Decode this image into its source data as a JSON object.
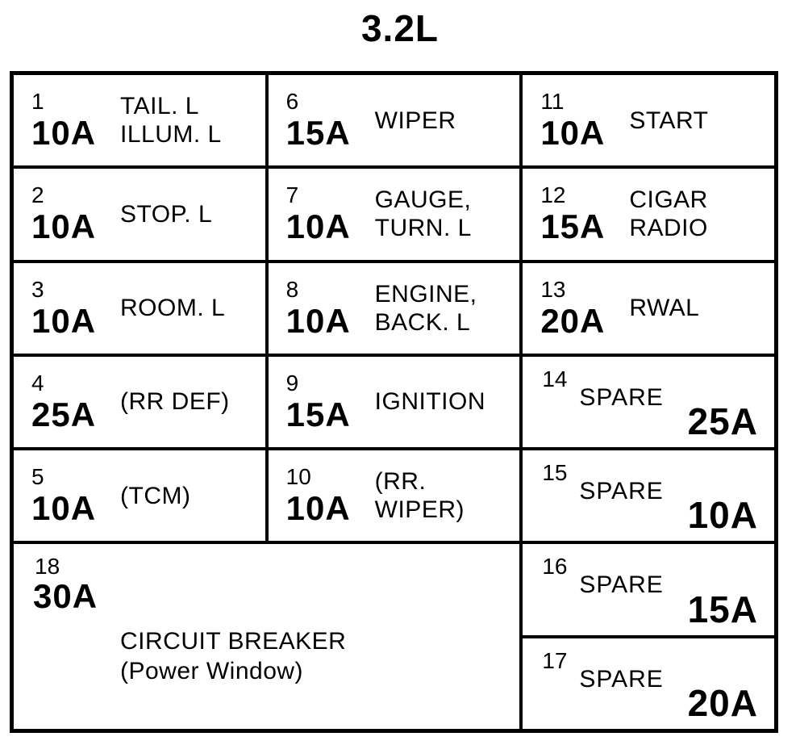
{
  "title": "3.2L",
  "colors": {
    "ink": "#000000",
    "paper": "#ffffff"
  },
  "fuses": [
    {
      "num": "1",
      "amp": "10A",
      "line1": "TAIL. L",
      "line2": "ILLUM. L"
    },
    {
      "num": "2",
      "amp": "10A",
      "line1": "STOP. L",
      "line2": ""
    },
    {
      "num": "3",
      "amp": "10A",
      "line1": "ROOM. L",
      "line2": ""
    },
    {
      "num": "4",
      "amp": "25A",
      "line1": "(RR DEF)",
      "line2": ""
    },
    {
      "num": "5",
      "amp": "10A",
      "line1": "(TCM)",
      "line2": ""
    },
    {
      "num": "6",
      "amp": "15A",
      "line1": "WIPER",
      "line2": ""
    },
    {
      "num": "7",
      "amp": "10A",
      "line1": "GAUGE,",
      "line2": "TURN. L"
    },
    {
      "num": "8",
      "amp": "10A",
      "line1": "ENGINE,",
      "line2": "BACK. L"
    },
    {
      "num": "9",
      "amp": "15A",
      "line1": "IGNITION",
      "line2": ""
    },
    {
      "num": "10",
      "amp": "10A",
      "line1": "(RR.",
      "line2": "WIPER)"
    },
    {
      "num": "11",
      "amp": "10A",
      "line1": "START",
      "line2": ""
    },
    {
      "num": "12",
      "amp": "15A",
      "line1": "CIGAR",
      "line2": "RADIO"
    },
    {
      "num": "13",
      "amp": "20A",
      "line1": "RWAL",
      "line2": ""
    },
    {
      "num": "14",
      "amp": "25A",
      "label": "SPARE"
    },
    {
      "num": "15",
      "amp": "10A",
      "label": "SPARE"
    },
    {
      "num": "16",
      "amp": "15A",
      "label": "SPARE"
    },
    {
      "num": "17",
      "amp": "20A",
      "label": "SPARE"
    },
    {
      "num": "18",
      "amp": "30A",
      "line1": "CIRCUIT BREAKER",
      "line2": "(Power Window)"
    }
  ]
}
